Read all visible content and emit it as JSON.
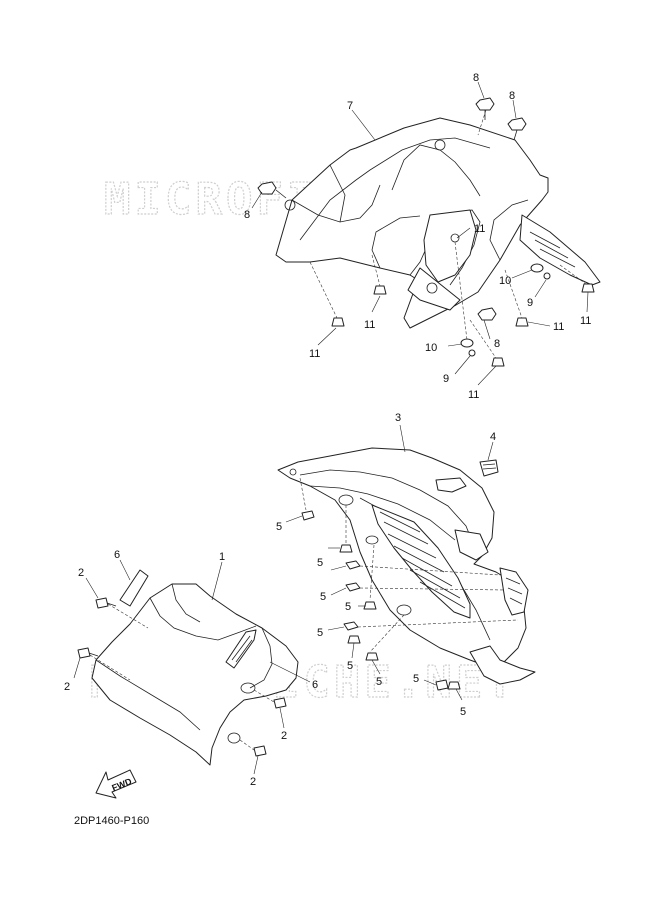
{
  "watermarks": [
    "MICROFICHE.NET",
    "MICROFICHE.NET"
  ],
  "diagram_code": "2DP1460-P160",
  "fwd_label": "FWD",
  "callouts": {
    "c1": "1",
    "c2a": "2",
    "c2b": "2",
    "c2c": "2",
    "c2d": "2",
    "c3": "3",
    "c4": "4",
    "c5a": "5",
    "c5b": "5",
    "c5c": "5",
    "c5d": "5",
    "c5e": "5",
    "c5f": "5",
    "c5g": "5",
    "c5h": "5",
    "c5i": "5",
    "c6a": "6",
    "c6b": "6",
    "c7": "7",
    "c8a": "8",
    "c8b": "8",
    "c8c": "8",
    "c8d": "8",
    "c9a": "9",
    "c9b": "9",
    "c10a": "10",
    "c10b": "10",
    "c11a": "11",
    "c11b": "11",
    "c11c": "11",
    "c11d": "11",
    "c11e": "11",
    "c11f": "11"
  }
}
